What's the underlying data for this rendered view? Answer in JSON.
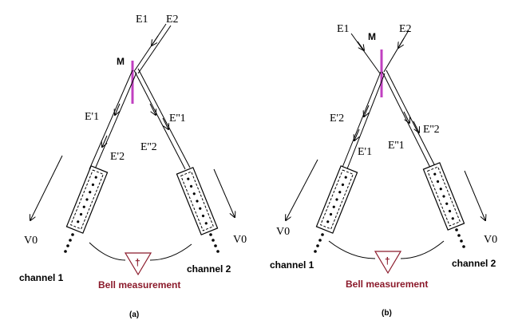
{
  "colors": {
    "mirror": "#c040c0",
    "bell": "#8b1a2b",
    "line": "#000000"
  },
  "panels": [
    {
      "caption": "(a)",
      "mirror_label": "M",
      "beams_in": [
        "E1",
        "E2"
      ],
      "beam_labels": {
        "e1p": "E'1",
        "e2p": "E'2",
        "e2pp": "E''2",
        "e1pp": "E''1"
      },
      "velocity_left": "V0",
      "velocity_right": "V0",
      "channel_left": "channel 1",
      "channel_right": "channel 2",
      "bell_label": "Bell measurement",
      "bell_symbol": "†"
    },
    {
      "caption": "(b)",
      "mirror_label": "M",
      "beams_in": [
        "E1",
        "E2"
      ],
      "beam_labels": {
        "e2p": "E'2",
        "e1p": "E'1",
        "e1pp": "E''1",
        "e2pp": "E''2"
      },
      "velocity_left": "V0",
      "velocity_right": "V0",
      "channel_left": "channel 1",
      "channel_right": "channel 2",
      "bell_label": "Bell measurement",
      "bell_symbol": "†"
    }
  ]
}
